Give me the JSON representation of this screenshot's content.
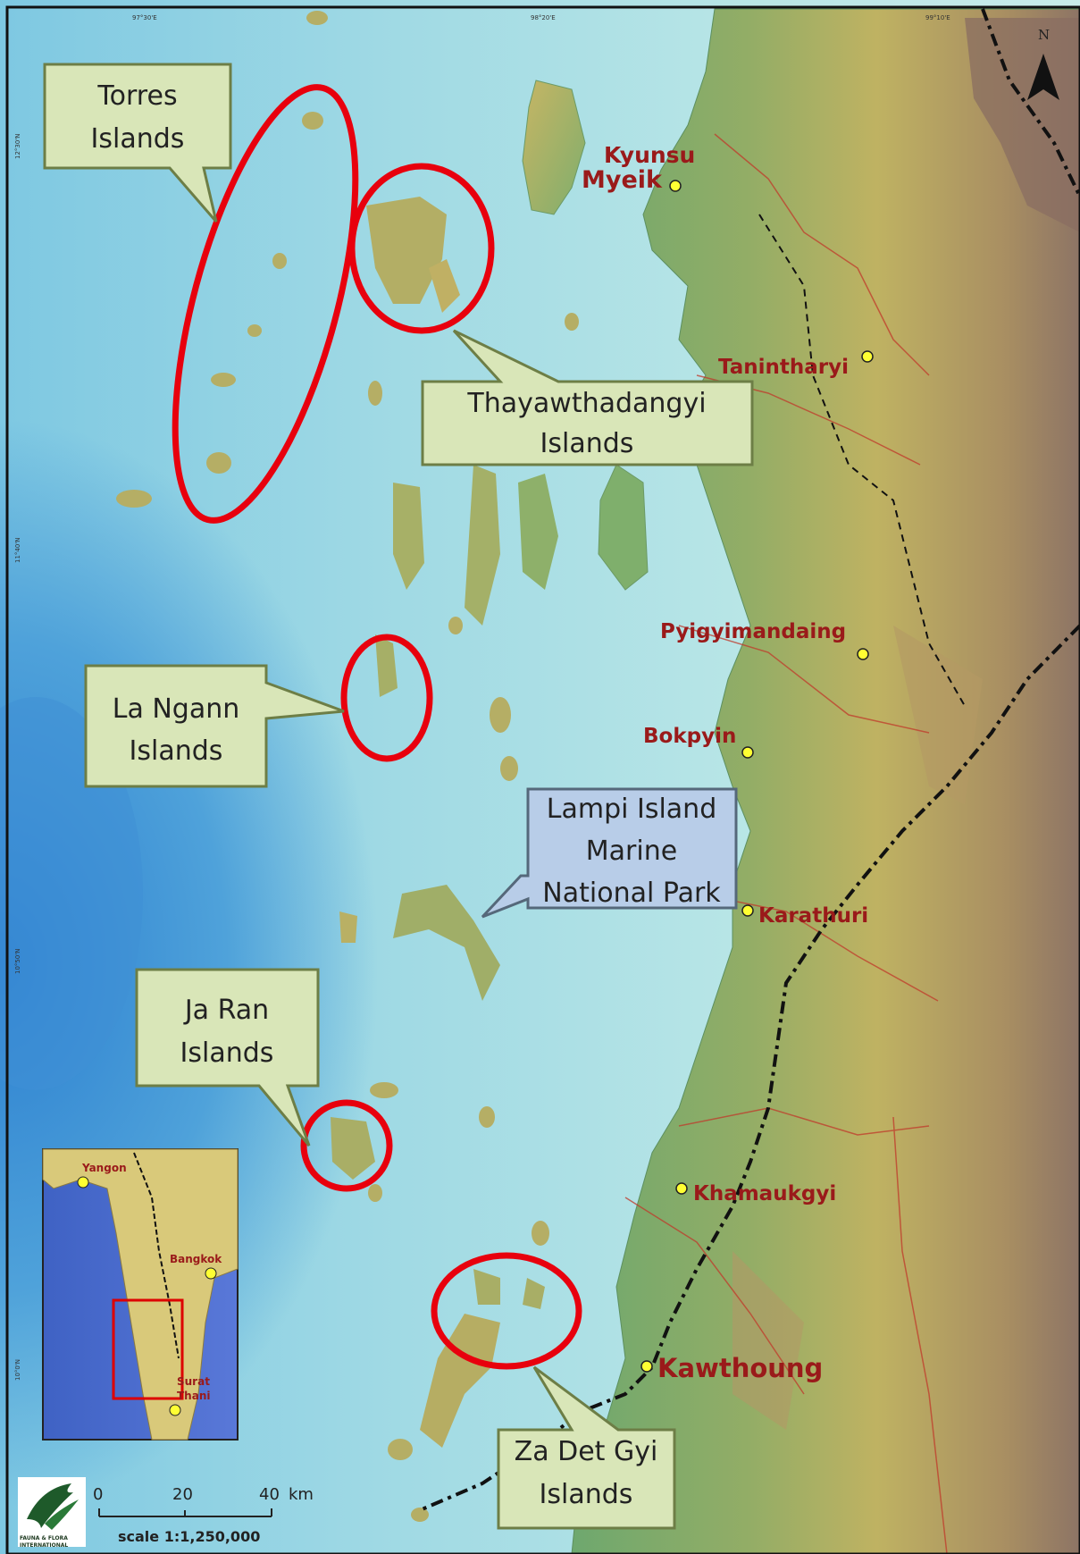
{
  "map": {
    "graticule": {
      "top": [
        "97°30'E",
        "98°20'E",
        "99°10'E"
      ],
      "left": [
        "12°30'N",
        "11°40'N",
        "10°50'N",
        "10°0'N"
      ]
    },
    "north_label": "N",
    "callouts": {
      "torres": [
        "Torres",
        "Islands"
      ],
      "thayaw": [
        "Thayawthadangyi",
        "Islands"
      ],
      "langann": [
        "La Ngann",
        "Islands"
      ],
      "lampi": [
        "Lampi Island",
        "Marine",
        "National Park"
      ],
      "jaran": [
        "Ja Ran",
        "Islands"
      ],
      "zadet": [
        "Za Det Gyi",
        "Islands"
      ]
    },
    "towns": {
      "kyunsu": "Kyunsu",
      "myeik": "Myeik",
      "tanintharyi": "Tanintharyi",
      "pyigyimandaing": "Pyigyimandaing",
      "bokpyin": "Bokpyin",
      "karathuri": "Karathuri",
      "khamaukgyi": "Khamaukgyi",
      "kawthoung": "Kawthoung"
    },
    "inset": {
      "yangon": "Yangon",
      "bangkok": "Bangkok",
      "surat1": "Surat",
      "surat2": "Thani"
    },
    "scalebar": {
      "t0": "0",
      "t20": "20",
      "t40": "40",
      "unit": "km",
      "scale": "scale 1:1,250,000"
    },
    "logo": {
      "line1": "FAUNA & FLORA",
      "line2": "INTERNATIONAL"
    },
    "colors": {
      "sea_deep": "#2f86d4",
      "sea_light": "#a8dde6",
      "land_low": "#6fa872",
      "land_mid": "#b6ae63",
      "land_high": "#8a6e62",
      "circle": "#e8000d",
      "callout_fill": "#d9e6b8",
      "callout_blue": "#b8cde8",
      "town_label": "#9a1a1a",
      "town_dot": "#ffff33"
    }
  }
}
